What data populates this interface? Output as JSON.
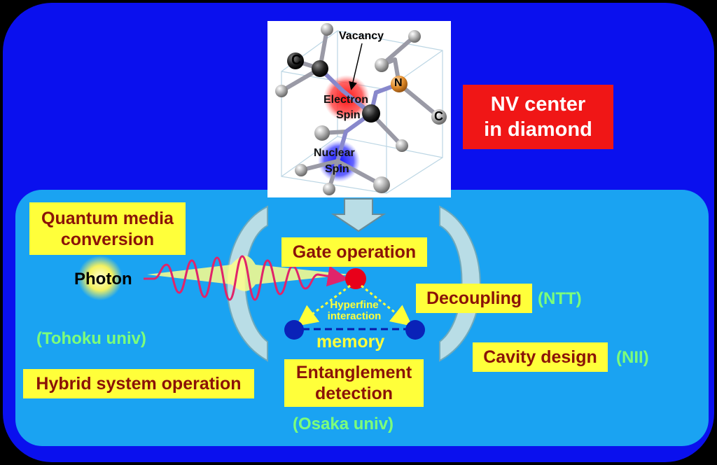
{
  "title_box": {
    "line1": "NV center",
    "line2": "in diamond"
  },
  "molecule": {
    "vacancy": "Vacancy",
    "electron_spin_1": "Electron",
    "electron_spin_2": "Spin",
    "nuclear_spin_1": "Nuclear",
    "nuclear_spin_2": "Spin",
    "carbon_left": "C",
    "carbon_right": "C",
    "nitrogen": "N"
  },
  "boxes": {
    "quantum_media_1": "Quantum media",
    "quantum_media_2": "conversion",
    "gate_operation": "Gate operation",
    "decoupling": "Decoupling",
    "cavity_design": "Cavity design",
    "hybrid_system": "Hybrid system operation",
    "entanglement_1": "Entanglement",
    "entanglement_2": "detection"
  },
  "labels": {
    "photon": "Photon",
    "hyperfine_1": "Hyperfine",
    "hyperfine_2": "interaction",
    "memory": "memory"
  },
  "affiliations": {
    "ntt": "(NTT)",
    "nii": "(NII)",
    "tohoku": "(Tohoku univ)",
    "osaka": "(Osaka univ)"
  },
  "colors": {
    "outer_panel": "#0a10ee",
    "inner_panel": "#1aa3f2",
    "box_fill": "#ffff3a",
    "box_text": "#8a1208",
    "affiliation_text": "#7dff7a",
    "title_fill": "#f01616",
    "electron_dot": "#e8001a",
    "memory_dot": "#0a22b8"
  }
}
